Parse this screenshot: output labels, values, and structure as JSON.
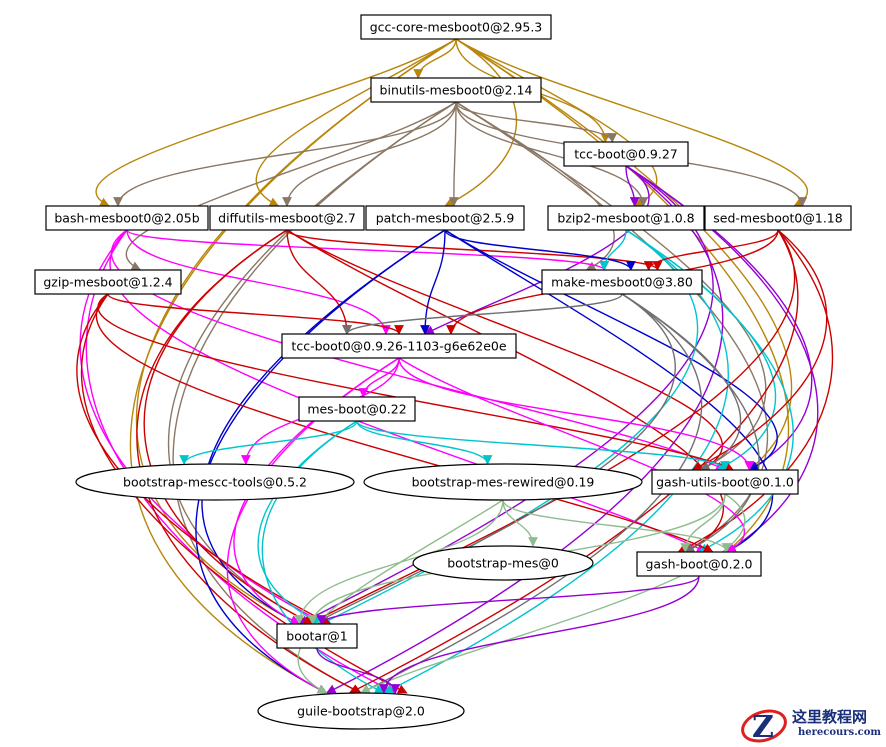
{
  "graph": {
    "nodes": [
      {
        "id": "gcc",
        "label": "gcc-core-mesboot0@2.95.3",
        "shape": "box"
      },
      {
        "id": "binutils",
        "label": "binutils-mesboot0@2.14",
        "shape": "box"
      },
      {
        "id": "tccboot",
        "label": "tcc-boot@0.9.27",
        "shape": "box"
      },
      {
        "id": "bash",
        "label": "bash-mesboot0@2.05b",
        "shape": "box"
      },
      {
        "id": "diffutils",
        "label": "diffutils-mesboot@2.7",
        "shape": "box"
      },
      {
        "id": "patch",
        "label": "patch-mesboot@2.5.9",
        "shape": "box"
      },
      {
        "id": "bzip2",
        "label": "bzip2-mesboot@1.0.8",
        "shape": "box"
      },
      {
        "id": "sed",
        "label": "sed-mesboot0@1.18",
        "shape": "box"
      },
      {
        "id": "gzip",
        "label": "gzip-mesboot@1.2.4",
        "shape": "box"
      },
      {
        "id": "make",
        "label": "make-mesboot0@3.80",
        "shape": "box"
      },
      {
        "id": "tcc0",
        "label": "tcc-boot0@0.9.26-1103-g6e62e0e",
        "shape": "box"
      },
      {
        "id": "mesboot",
        "label": "mes-boot@0.22",
        "shape": "box"
      },
      {
        "id": "mescc",
        "label": "bootstrap-mescc-tools@0.5.2",
        "shape": "ellipse"
      },
      {
        "id": "mesrew",
        "label": "bootstrap-mes-rewired@0.19",
        "shape": "ellipse"
      },
      {
        "id": "gashutils",
        "label": "gash-utils-boot@0.1.0",
        "shape": "box"
      },
      {
        "id": "bmes",
        "label": "bootstrap-mes@0",
        "shape": "ellipse"
      },
      {
        "id": "gash",
        "label": "gash-boot@0.2.0",
        "shape": "box"
      },
      {
        "id": "bootar",
        "label": "bootar@1",
        "shape": "box"
      },
      {
        "id": "guile",
        "label": "guile-bootstrap@2.0",
        "shape": "ellipse"
      }
    ],
    "edge_colors": {
      "gcc": "#b8860b",
      "binutils": "#8b7765",
      "tccboot": "#9400d3",
      "bash": "#ff00ff",
      "diffutils": "#cc0000",
      "patch": "#0000cd",
      "bzip2": "#00c5cd",
      "sed": "#cc0000",
      "gzip": "#cc0000",
      "make": "#707070",
      "tcc0": "#ff00ff",
      "mesboot": "#00c5cd",
      "mesrew": "#8fbc8f",
      "gashutils": "#8fbc8f",
      "gash": "#9400d3",
      "bootar": "#9400d3"
    },
    "edges": [
      [
        "gcc",
        "binutils"
      ],
      [
        "gcc",
        "tccboot"
      ],
      [
        "gcc",
        "bash"
      ],
      [
        "gcc",
        "diffutils"
      ],
      [
        "gcc",
        "patch"
      ],
      [
        "gcc",
        "bzip2"
      ],
      [
        "gcc",
        "sed"
      ],
      [
        "gcc",
        "gashutils"
      ],
      [
        "gcc",
        "gash"
      ],
      [
        "gcc",
        "bootar"
      ],
      [
        "gcc",
        "guile"
      ],
      [
        "binutils",
        "tccboot"
      ],
      [
        "binutils",
        "bash"
      ],
      [
        "binutils",
        "diffutils"
      ],
      [
        "binutils",
        "patch"
      ],
      [
        "binutils",
        "bzip2"
      ],
      [
        "binutils",
        "sed"
      ],
      [
        "binutils",
        "gzip"
      ],
      [
        "binutils",
        "make"
      ],
      [
        "binutils",
        "gashutils"
      ],
      [
        "binutils",
        "gash"
      ],
      [
        "binutils",
        "bootar"
      ],
      [
        "binutils",
        "guile"
      ],
      [
        "tccboot",
        "bzip2"
      ],
      [
        "tccboot",
        "tcc0"
      ],
      [
        "tccboot",
        "gashutils"
      ],
      [
        "tccboot",
        "gash"
      ],
      [
        "tccboot",
        "bootar"
      ],
      [
        "tccboot",
        "guile"
      ],
      [
        "bash",
        "make"
      ],
      [
        "bash",
        "tcc0"
      ],
      [
        "bash",
        "gashutils"
      ],
      [
        "bash",
        "gash"
      ],
      [
        "bash",
        "bootar"
      ],
      [
        "bash",
        "guile"
      ],
      [
        "diffutils",
        "make"
      ],
      [
        "diffutils",
        "tcc0"
      ],
      [
        "diffutils",
        "gashutils"
      ],
      [
        "diffutils",
        "gash"
      ],
      [
        "diffutils",
        "bootar"
      ],
      [
        "diffutils",
        "guile"
      ],
      [
        "patch",
        "make"
      ],
      [
        "patch",
        "tcc0"
      ],
      [
        "patch",
        "gashutils"
      ],
      [
        "patch",
        "gash"
      ],
      [
        "patch",
        "bootar"
      ],
      [
        "patch",
        "guile"
      ],
      [
        "bzip2",
        "make"
      ],
      [
        "bzip2",
        "gashutils"
      ],
      [
        "bzip2",
        "gash"
      ],
      [
        "bzip2",
        "bootar"
      ],
      [
        "bzip2",
        "guile"
      ],
      [
        "sed",
        "make"
      ],
      [
        "sed",
        "tcc0"
      ],
      [
        "sed",
        "gashutils"
      ],
      [
        "sed",
        "gash"
      ],
      [
        "sed",
        "bootar"
      ],
      [
        "sed",
        "guile"
      ],
      [
        "gzip",
        "tcc0"
      ],
      [
        "gzip",
        "gashutils"
      ],
      [
        "gzip",
        "gash"
      ],
      [
        "gzip",
        "bootar"
      ],
      [
        "gzip",
        "guile"
      ],
      [
        "make",
        "tcc0"
      ],
      [
        "make",
        "gashutils"
      ],
      [
        "make",
        "gash"
      ],
      [
        "make",
        "bootar"
      ],
      [
        "make",
        "guile"
      ],
      [
        "tcc0",
        "mesboot"
      ],
      [
        "tcc0",
        "mescc"
      ],
      [
        "tcc0",
        "gashutils"
      ],
      [
        "tcc0",
        "gash"
      ],
      [
        "tcc0",
        "bootar"
      ],
      [
        "tcc0",
        "guile"
      ],
      [
        "mesboot",
        "mescc"
      ],
      [
        "mesboot",
        "mesrew"
      ],
      [
        "mesboot",
        "gashutils"
      ],
      [
        "mesboot",
        "bootar"
      ],
      [
        "mesboot",
        "guile"
      ],
      [
        "mesrew",
        "bmes"
      ],
      [
        "mesrew",
        "gash"
      ],
      [
        "mesrew",
        "bootar"
      ],
      [
        "mesrew",
        "guile"
      ],
      [
        "gashutils",
        "gash"
      ],
      [
        "gashutils",
        "bootar"
      ],
      [
        "gashutils",
        "guile"
      ],
      [
        "gash",
        "bootar"
      ],
      [
        "gash",
        "guile"
      ],
      [
        "bootar",
        "guile"
      ]
    ]
  },
  "watermark": {
    "title": "这里教程网",
    "url": "herecours.com",
    "colors": {
      "primary": "#1a2f7a",
      "accent": "#e02020"
    }
  }
}
